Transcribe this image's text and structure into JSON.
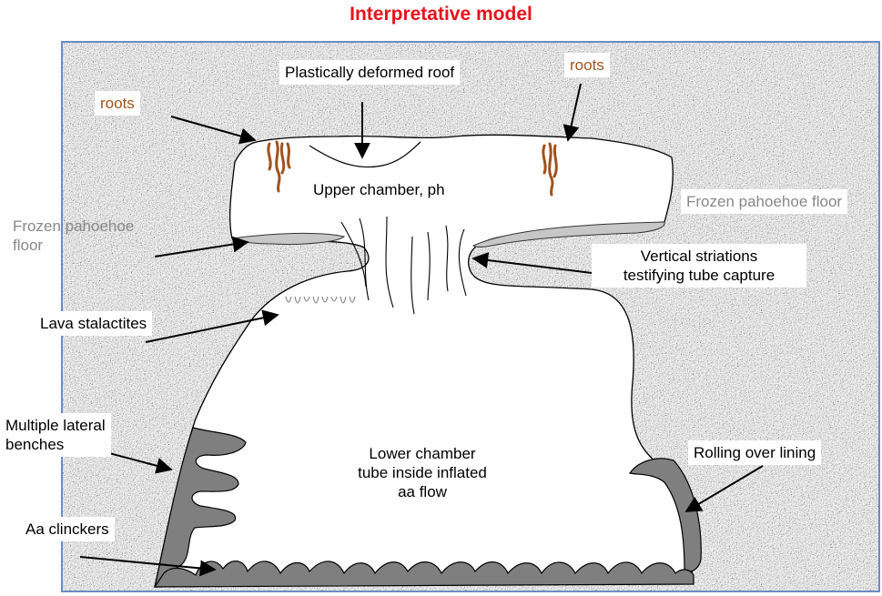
{
  "title": "Interpretative model",
  "labels": {
    "plastic_roof": "Plastically deformed roof",
    "roots_left": "roots",
    "roots_right": "roots",
    "upper_chamber": "Upper chamber, ph",
    "frozen_left_1": "Frozen pahoehoe",
    "frozen_left_2": "floor",
    "frozen_right": "Frozen pahoehoe floor",
    "vertical_1": "Vertical striations",
    "vertical_2": "testifying tube capture",
    "stalactites": "Lava stalactites",
    "benches_1": "Multiple lateral",
    "benches_2": "benches",
    "lower_1": "Lower chamber",
    "lower_2": "tube inside inflated",
    "lower_3": "aa flow",
    "rolling": "Rolling over lining",
    "clinckers": "Aa clinckers"
  },
  "colors": {
    "title": "#e8121b",
    "rock": "#8a8a8a",
    "frame": "#6a8cc4",
    "lining": "#7f7f7f",
    "frozen_floor": "#c7c7c7",
    "roots": "#a0521d",
    "label_gray": "#888888"
  }
}
